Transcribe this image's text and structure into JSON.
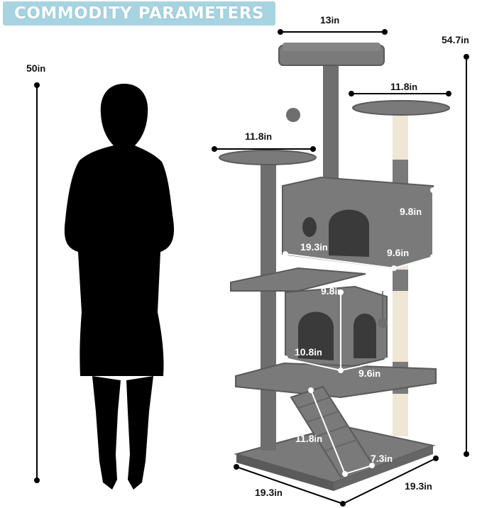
{
  "title": "COMMODITY PARAMETERS",
  "colors": {
    "banner": "#a8d4e2",
    "silhouette": "#000000",
    "plush": "#7a7a7a",
    "plush_dark": "#5a5a5a",
    "sisal": "#efe6d6",
    "dimension_line": "#000000"
  },
  "person": {
    "height_label": {
      "value": "50",
      "unit": "in"
    }
  },
  "cat_tree": {
    "total_height": {
      "value": "54.7",
      "unit": "in"
    },
    "top_perch_width": {
      "value": "13",
      "unit": "in"
    },
    "right_perch_width": {
      "value": "11.8",
      "unit": "in"
    },
    "left_perch_width": {
      "value": "11.8",
      "unit": "in"
    },
    "upper_condo": {
      "height": {
        "value": "9.8",
        "unit": "in"
      },
      "width": {
        "value": "19.3",
        "unit": "in"
      },
      "depth": {
        "value": "9.6",
        "unit": "in"
      }
    },
    "lower_condo": {
      "height": {
        "value": "9.8",
        "unit": "in"
      },
      "width": {
        "value": "10.8",
        "unit": "in"
      },
      "depth": {
        "value": "9.6",
        "unit": "in"
      }
    },
    "ramp": {
      "length": {
        "value": "11.8",
        "unit": "in"
      },
      "width": {
        "value": "7.3",
        "unit": "in"
      }
    },
    "base": {
      "width": {
        "value": "19.3",
        "unit": "in"
      },
      "depth": {
        "value": "19.3",
        "unit": "in"
      }
    }
  }
}
